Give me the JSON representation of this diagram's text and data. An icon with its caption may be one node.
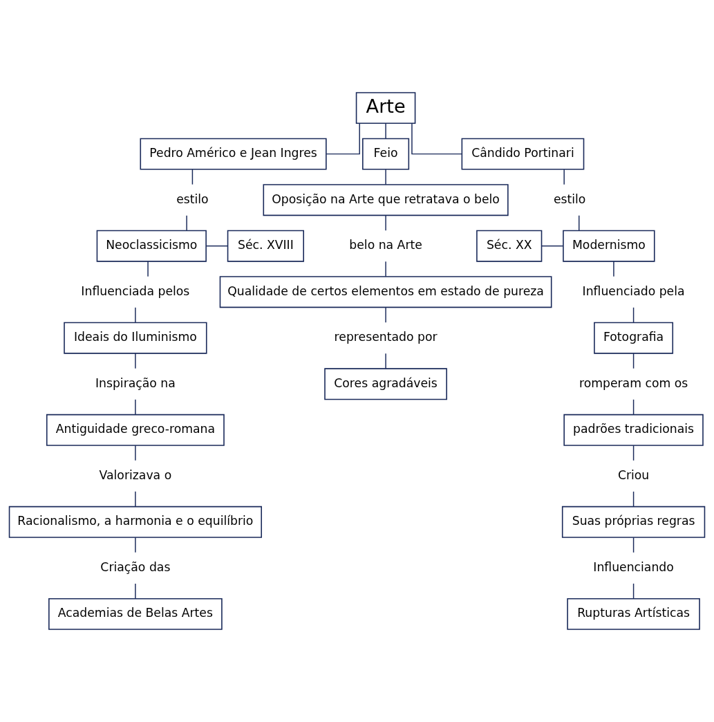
{
  "diagram": {
    "nodes": [
      {
        "text": [
          "Arte"
        ]
      },
      {
        "text": [
          "Pedro Américo e Jean Ingres"
        ]
      },
      {
        "text": [
          "estilo"
        ]
      },
      {
        "text": [
          "Neoclassicismo"
        ]
      },
      {
        "text": [
          "Séc. XVIII"
        ]
      },
      {
        "text": [
          "Influenciada pelos"
        ]
      },
      {
        "text": [
          "Ideais do Iluminismo"
        ]
      },
      {
        "text": [
          "Inspiração na"
        ]
      },
      {
        "text": [
          "Antiguidade greco-romana"
        ]
      },
      {
        "text": [
          "Valorizava o"
        ]
      },
      {
        "text": [
          "Racionalismo, a harmonia e o equilíbrio"
        ]
      },
      {
        "text": [
          "Criação das"
        ]
      },
      {
        "text": [
          "Academias de Belas Artes"
        ]
      },
      {
        "text": [
          "Feio"
        ]
      },
      {
        "text": [
          "Oposição na Arte que retratava o belo"
        ]
      },
      {
        "text": [
          "belo na Arte"
        ]
      },
      {
        "text": [
          "Qualidade de certos elementos em estado de pureza"
        ]
      },
      {
        "text": [
          "representado por"
        ]
      },
      {
        "text": [
          "Cores agradáveis"
        ]
      },
      {
        "text": [
          "Cândido Portinari"
        ]
      },
      {
        "text": [
          "estilo"
        ]
      },
      {
        "text": [
          "Séc. XX"
        ]
      },
      {
        "text": [
          "Modernismo"
        ]
      },
      {
        "text": [
          "Influenciado pela"
        ]
      },
      {
        "text": [
          "Fotografia"
        ]
      },
      {
        "text": [
          "romperam com os"
        ]
      },
      {
        "text": [
          "padrões tradicionais"
        ]
      },
      {
        "text": [
          "Criou"
        ]
      },
      {
        "text": [
          "Suas próprias regras"
        ]
      },
      {
        "text": [
          "Influenciando"
        ]
      },
      {
        "text": [
          "Rupturas Artísticas"
        ]
      }
    ],
    "edges": [
      {
        "from": 0,
        "to": 1,
        "arrow": "none"
      },
      {
        "from": 0,
        "to": 13,
        "arrow": "none"
      },
      {
        "from": 0,
        "to": 19,
        "arrow": "none"
      },
      {
        "from": 1,
        "to": 2,
        "arrow": "none"
      },
      {
        "from": 2,
        "to": 3,
        "arrow": "none"
      },
      {
        "from": 3,
        "to": 4,
        "arrow": "none"
      },
      {
        "from": 3,
        "to": 5,
        "arrow": "none"
      },
      {
        "from": 5,
        "to": 6,
        "arrow": "none"
      },
      {
        "from": 6,
        "to": 7,
        "arrow": "none"
      },
      {
        "from": 7,
        "to": 8,
        "arrow": "none"
      },
      {
        "from": 8,
        "to": 9,
        "arrow": "none"
      },
      {
        "from": 9,
        "to": 10,
        "arrow": "none"
      },
      {
        "from": 10,
        "to": 11,
        "arrow": "none"
      },
      {
        "from": 11,
        "to": 12,
        "arrow": "none"
      },
      {
        "from": 13,
        "to": 14,
        "arrow": "none"
      },
      {
        "from": 14,
        "to": 15,
        "arrow": "none"
      },
      {
        "from": 15,
        "to": 16,
        "arrow": "none"
      },
      {
        "from": 16,
        "to": 17,
        "arrow": "none"
      },
      {
        "from": 17,
        "to": 18,
        "arrow": "none"
      },
      {
        "from": 19,
        "to": 20,
        "arrow": "none"
      },
      {
        "from": 20,
        "to": 22,
        "arrow": "none"
      },
      {
        "from": 21,
        "to": 22,
        "arrow": "none"
      },
      {
        "from": 22,
        "to": 23,
        "arrow": "none"
      },
      {
        "from": 23,
        "to": 24,
        "arrow": "none"
      },
      {
        "from": 24,
        "to": 25,
        "arrow": "none"
      },
      {
        "from": 25,
        "to": 26,
        "arrow": "none"
      },
      {
        "from": 26,
        "to": 27,
        "arrow": "none"
      },
      {
        "from": 27,
        "to": 28,
        "arrow": "none"
      },
      {
        "from": 28,
        "to": 29,
        "arrow": "none"
      },
      {
        "from": 29,
        "to": 30,
        "arrow": "none"
      }
    ]
  }
}
